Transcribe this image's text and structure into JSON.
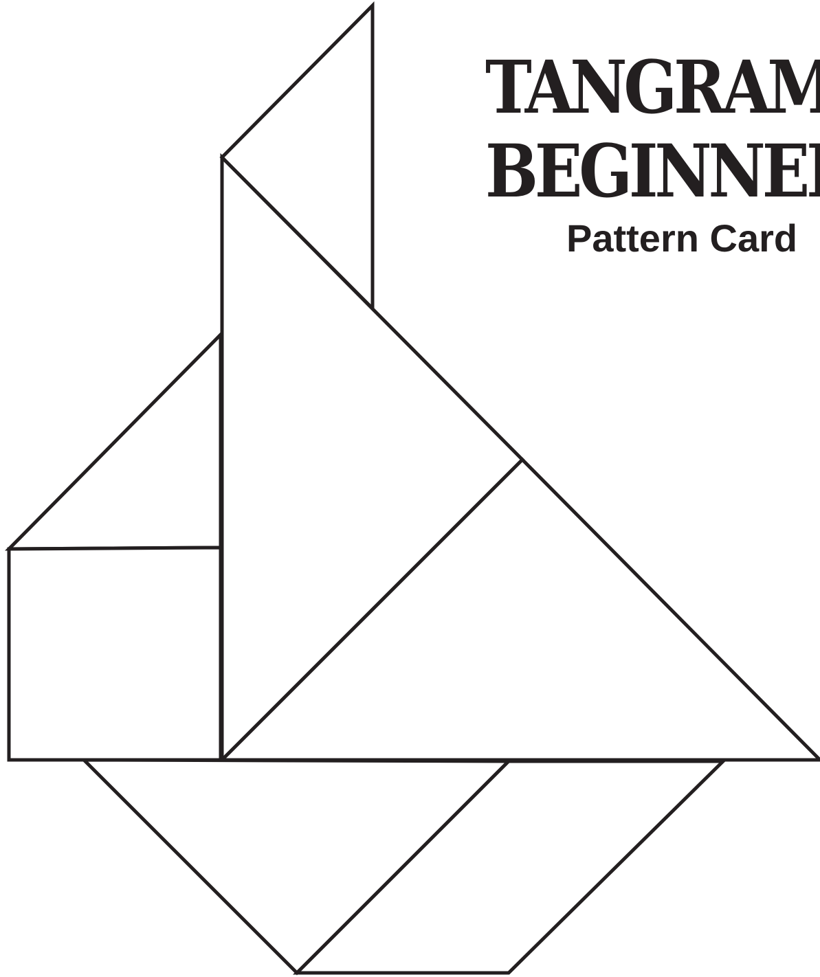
{
  "title": {
    "line1": "TANGRAM",
    "line2": "BEGINNER"
  },
  "subtitle": "Pattern Card",
  "figure": {
    "stroke_color": "#231f20",
    "fill_color": "#ffffff",
    "pieces": [
      {
        "id": "large-triangle-sail",
        "kind": "large triangle"
      },
      {
        "id": "large-triangle-right",
        "kind": "large triangle"
      },
      {
        "id": "medium-triangle-left",
        "kind": "medium triangle"
      },
      {
        "id": "small-triangle-top",
        "kind": "small triangle"
      },
      {
        "id": "small-triangle-hull",
        "kind": "small triangle"
      },
      {
        "id": "square",
        "kind": "square"
      },
      {
        "id": "parallelogram",
        "kind": "parallelogram"
      }
    ]
  }
}
